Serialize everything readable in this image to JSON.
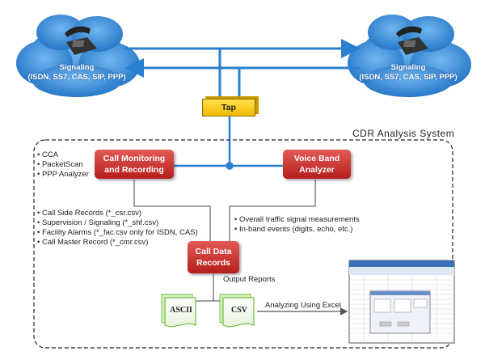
{
  "clouds": {
    "left_title": "Signaling",
    "left_sub": "(ISDN, SS7, CAS, SIP, PPP)",
    "right_title": "Signaling",
    "right_sub": "(ISDN, SS7, CAS, SIP, PPP)"
  },
  "tap_label": "Tap",
  "system_title": "CDR Analysis System",
  "boxes": {
    "call_monitoring": [
      "Call Monitoring",
      "and Recording"
    ],
    "voice_band": [
      "Voice Band",
      "Analyzer"
    ],
    "call_data": [
      "Call Data",
      "Records"
    ]
  },
  "left_top_list": [
    "CCA",
    "PacketScan",
    "PPP Analyzer"
  ],
  "left_mid_list": [
    "Call Side Records (*_csr.csv)",
    "Supervision / Signaling (*_shf.csv)",
    "Facility Alarms (*_fac.csv only for ISDN, CAS)",
    "Call Master Record (*_cmr.csv)"
  ],
  "right_mid_list": [
    "Overall traffic signal measurements",
    "In-band events (digits, echo, etc.)"
  ],
  "output_reports": "Output Reports",
  "docs": {
    "ascii": "ASCII",
    "csv": "CSV"
  },
  "analyzing_label": "Analyzing Using Excel",
  "colors": {
    "cloud": "#3a8fd6",
    "line": "#2a7fd0",
    "box_red": "#c0302c",
    "tap_yellow": "#f5c400",
    "doc_green": "#6fbf3a"
  }
}
